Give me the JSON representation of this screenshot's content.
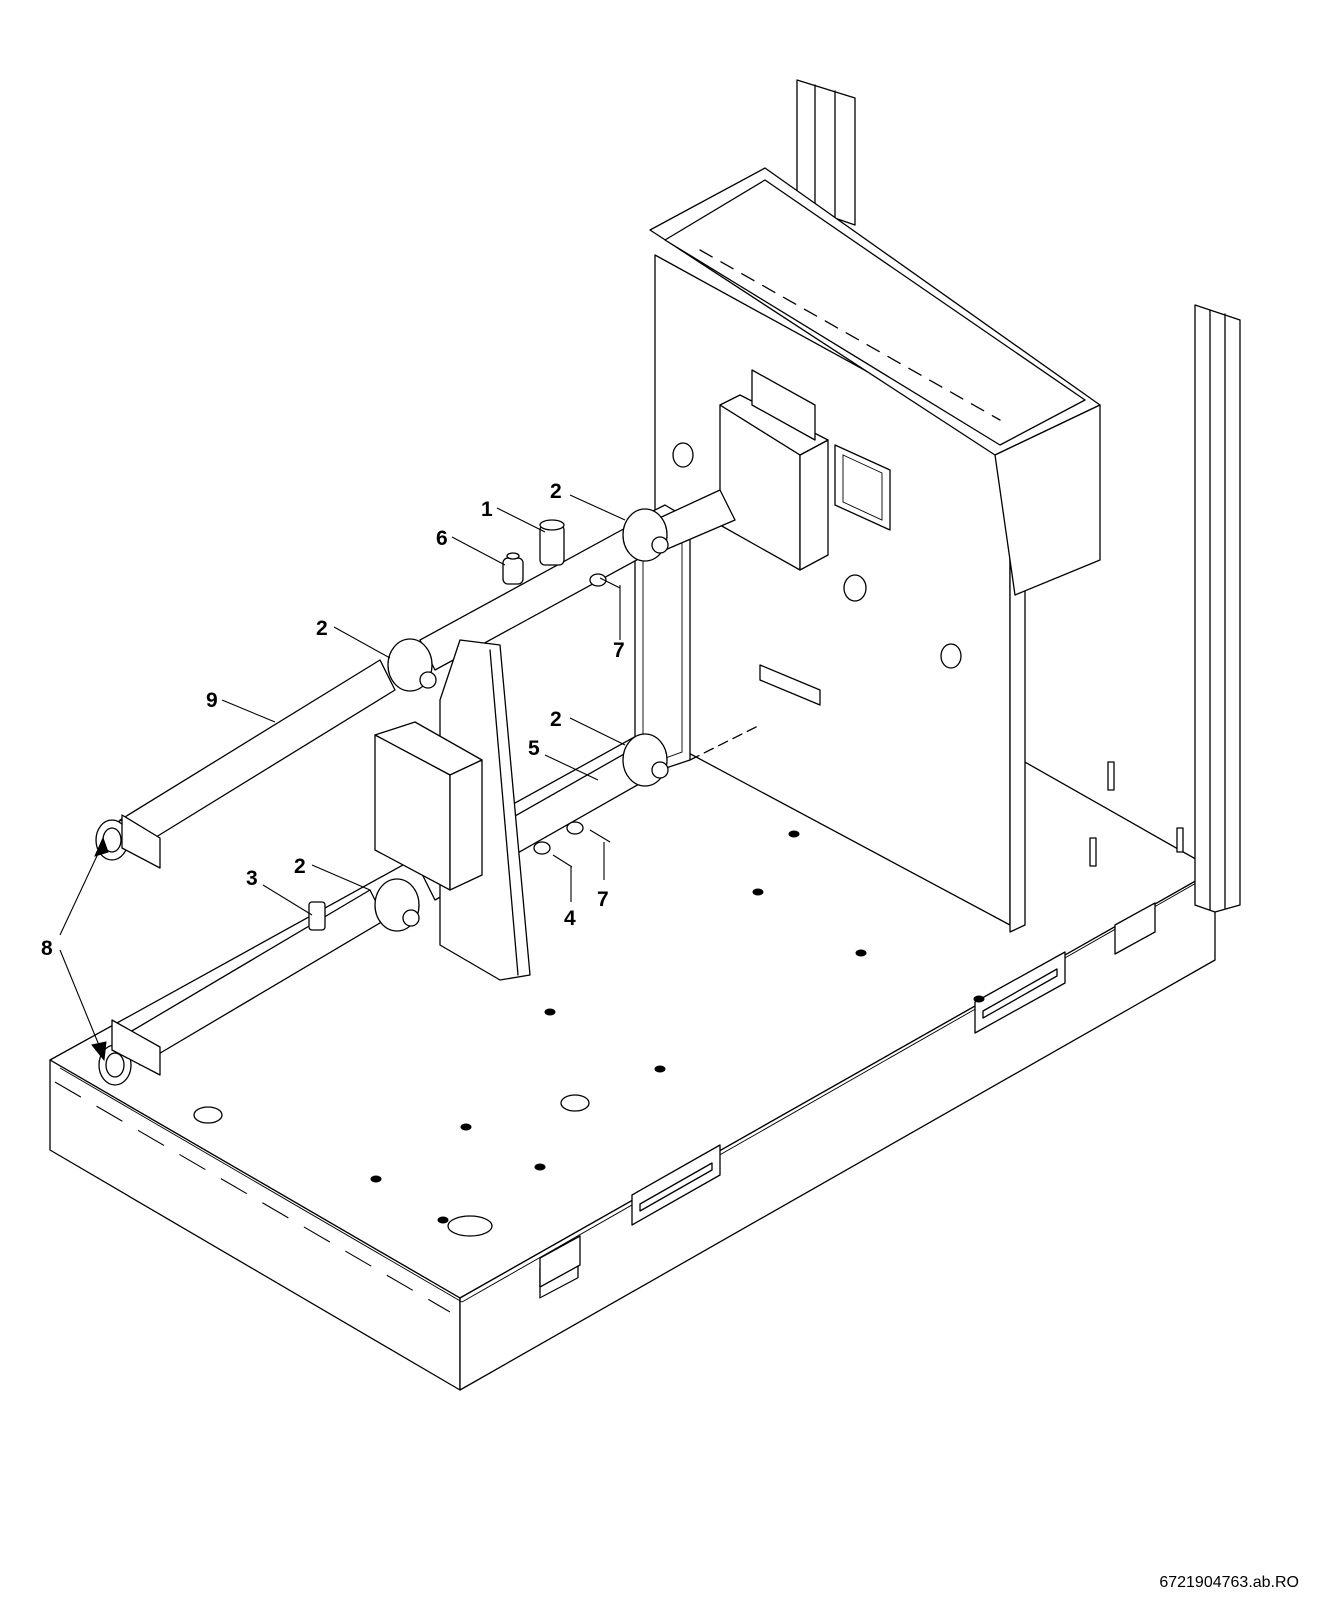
{
  "diagram": {
    "callouts": [
      "1",
      "2",
      "3",
      "4",
      "5",
      "6",
      "7",
      "8",
      "9"
    ],
    "image_code": "6721904763.ab.RO"
  },
  "colors": {
    "line": "#000000",
    "background": "#ffffff"
  }
}
